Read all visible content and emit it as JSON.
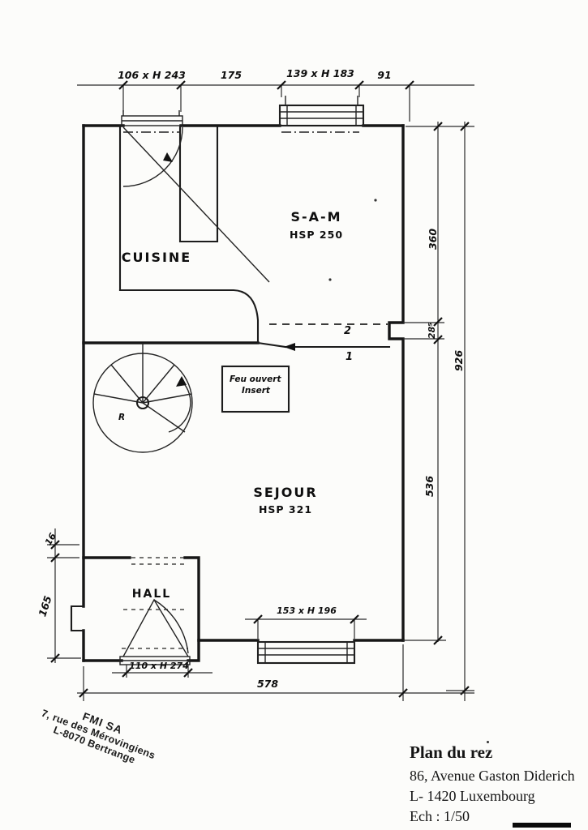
{
  "plan": {
    "title_block": {
      "title": "Plan du rez",
      "address_line1": "86, Avenue Gaston Diderich",
      "address_line2": "L- 1420 Luxembourg",
      "scale": "Ech : 1/50"
    },
    "stamp": {
      "company": "FMI SA",
      "address_line1": "7, rue des Mérovingiens",
      "address_line2": "L-8070 Bertrange"
    },
    "rooms": [
      {
        "name": "CUISINE",
        "ceiling": ""
      },
      {
        "name": "S-A-M",
        "ceiling": "HSP 250"
      },
      {
        "name": "SEJOUR",
        "ceiling": "HSP 321"
      },
      {
        "name": "HALL",
        "ceiling": ""
      }
    ],
    "annotations": {
      "fireplace_line1": "Feu ouvert",
      "fireplace_line2": "Insert",
      "step_upper": "2",
      "step_lower": "1",
      "stair_mark": "R"
    },
    "dimensions": {
      "top": [
        "106 x H 243",
        "175",
        "139 x H 183",
        "91"
      ],
      "right_inner": [
        "360",
        "28⁵",
        "536"
      ],
      "right_outer": "926",
      "bottom_total": "578",
      "hall_door": "110 x H 274",
      "sejour_window": "153 x H 196",
      "left": [
        "16",
        "165"
      ]
    }
  }
}
